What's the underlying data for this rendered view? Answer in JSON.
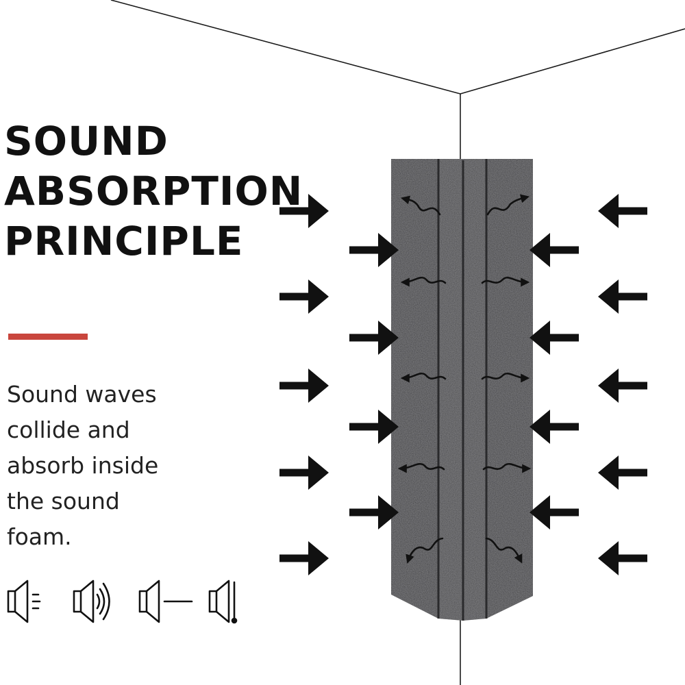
{
  "headline": {
    "lines": [
      "SOUND",
      "ABSORPTION",
      "PRINCIPLE"
    ]
  },
  "description": {
    "lines": [
      "Sound waves",
      "collide and",
      "absorb inside",
      "the sound",
      "foam."
    ]
  },
  "colors": {
    "accent": "#c9463d",
    "text": "#111111",
    "arrow": "#111111",
    "foam": "#3e3e40",
    "foam_dark": "#2a2a2c",
    "wave_arrow": "#111111",
    "room_line": "#1a1a1a"
  },
  "icons": [
    "speaker-sound-waves-icon",
    "speaker-echo-arcs-icon",
    "speaker-flat-line-icon",
    "speaker-wall-block-icon"
  ]
}
